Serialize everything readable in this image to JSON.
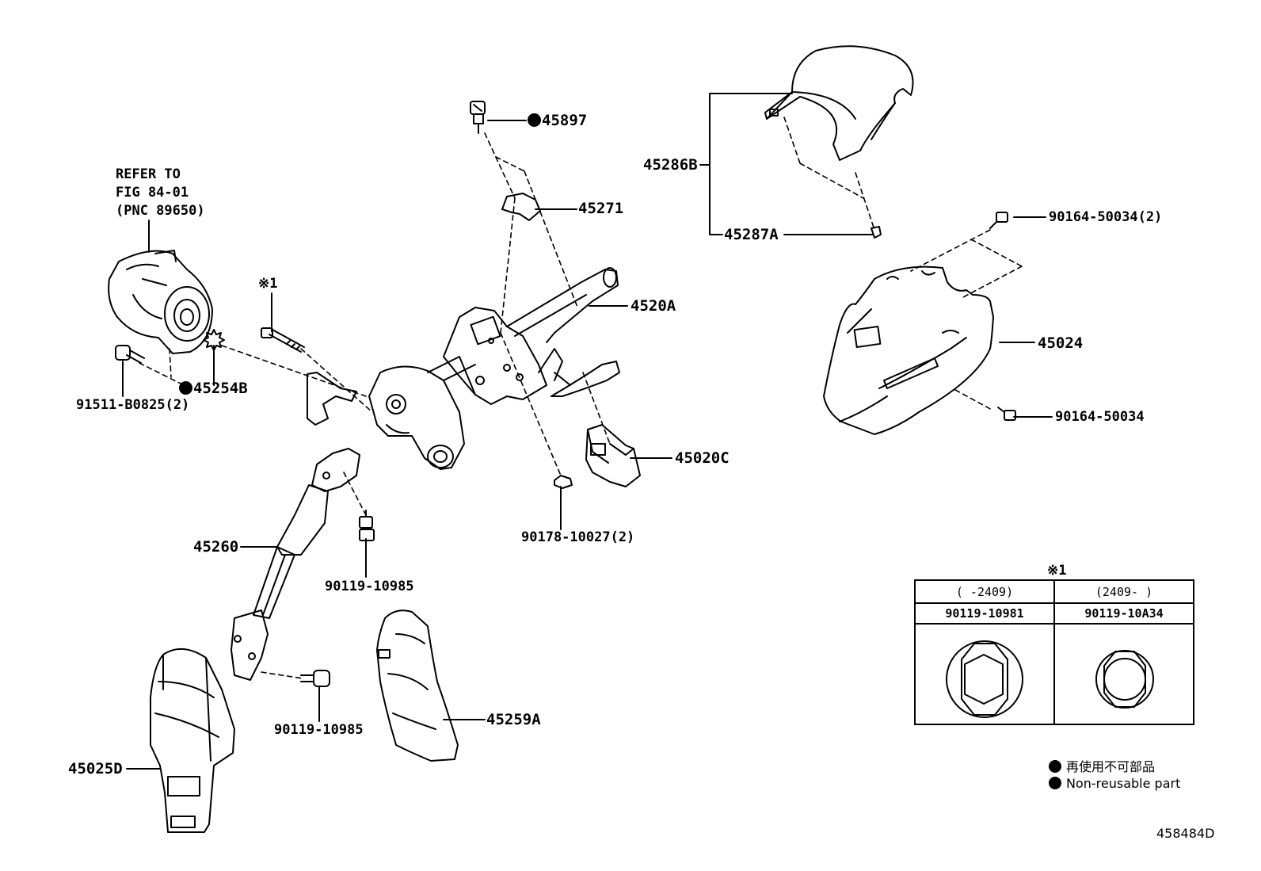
{
  "labels": {
    "refer": [
      "REFER TO",
      "FIG 84-01",
      "(PNC 89650)"
    ],
    "p45897": "45897",
    "p45286B": "45286B",
    "p45271": "45271",
    "p45287A": "45287A",
    "p90164_50034_2": "90164-50034(2)",
    "note1_mark": "※1",
    "p4520A": "4520A",
    "p45024": "45024",
    "p45254B": "45254B",
    "p91511": "91511-B0825(2)",
    "p45020C": "45020C",
    "p90164_50034": "90164-50034",
    "p90178": "90178-10027(2)",
    "p45260": "45260",
    "p90119_10985_a": "90119-10985",
    "p90119_10985_b": "90119-10985",
    "p45259A": "45259A",
    "p45025D": "45025D"
  },
  "table": {
    "mark": "※1",
    "col1_range": "(      -2409)",
    "col2_range": "(2409-      )",
    "col1_part": "90119-10981",
    "col2_part": "90119-10A34"
  },
  "legend": {
    "jp": "再使用不可部品",
    "en": "Non-reusable part"
  },
  "figure_id": "458484D"
}
